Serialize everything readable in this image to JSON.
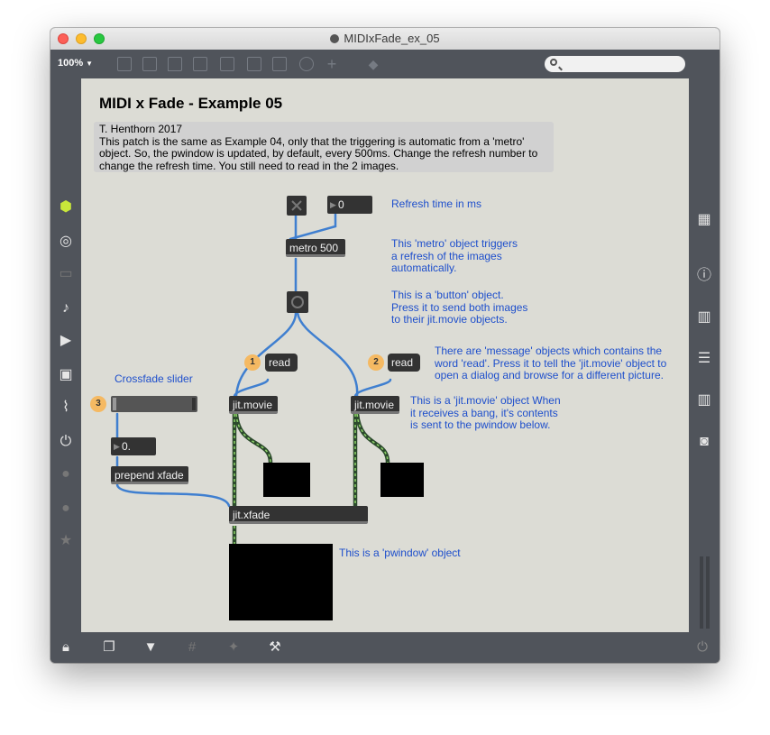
{
  "window": {
    "title": "MIDIxFade_ex_05"
  },
  "toolbar": {
    "zoom": "100%"
  },
  "patch": {
    "title": "MIDI x Fade - Example 05",
    "intro": [
      "T. Henthorn 2017",
      "This patch is the same as Example 04, only that the triggering is automatic from a 'metro'",
      "object. So, the pwindow is updated, by default, every 500ms. Change the refresh number to",
      "change the refresh time. You still need to read in the 2 images."
    ],
    "number_refresh": "0",
    "metro": "metro 500",
    "read1": "read",
    "read2": "read",
    "jit_movie_1": "jit.movie",
    "jit_movie_2": "jit.movie",
    "number_crossfade": "0.",
    "prepend": "prepend xfade",
    "xfade": "jit.xfade",
    "badge1": "1",
    "badge2": "2",
    "badge3": "3",
    "comments": {
      "refresh": "Refresh time in ms",
      "metro": [
        "This 'metro' object triggers",
        "a refresh of the images",
        "automatically."
      ],
      "button": [
        "This is a 'button' object.",
        "Press it to send both images",
        "to their jit.movie objects."
      ],
      "message": [
        "There are 'message' objects which contains the",
        "word 'read'. Press it to tell the 'jit.movie' object to",
        "open a dialog and browse for a different picture."
      ],
      "jitmovie": [
        "This is a 'jit.movie' object When",
        "it receives a bang, it's contents",
        "is sent to the pwindow below."
      ],
      "crossfade": "Crossfade slider",
      "pwindow": "This is a 'pwindow' object"
    }
  },
  "colors": {
    "canvas": "#dcdcd5",
    "chrome": "#50545b",
    "comment_blue": "#1e4fcc",
    "patch_cord": "#3f7fd0",
    "badge": "#f5b962"
  }
}
